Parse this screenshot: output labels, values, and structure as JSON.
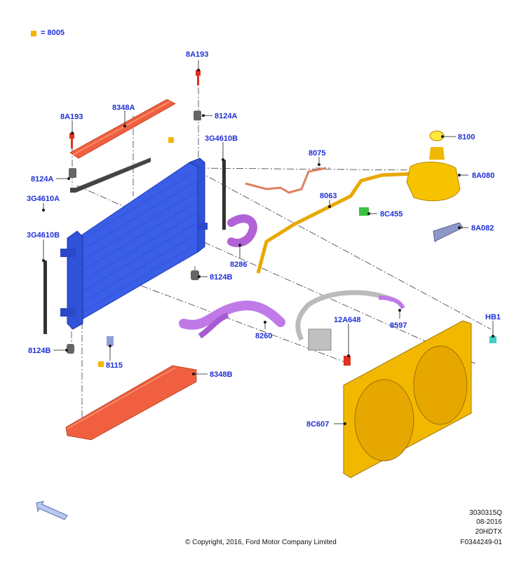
{
  "legend": {
    "text": "= 8005",
    "swatch_color": "#f7b400"
  },
  "labels": {
    "p8A193_top": "8A193",
    "p8348A": "8348A",
    "p8A193_left": "8A193",
    "p8124A_right": "8124A",
    "p3G4610B_right": "3G4610B",
    "p8124A_left": "8124A",
    "p3G4610A": "3G4610A",
    "p3G4610B_left": "3G4610B",
    "p8100": "8100",
    "p8075": "8075",
    "p8A080": "8A080",
    "p8063": "8063",
    "p8C455": "8C455",
    "p8A082": "8A082",
    "p8286": "8286",
    "p8124B_right": "8124B",
    "p8597": "8597",
    "p12A648": "12A648",
    "pHB1": "HB1",
    "p8260": "8260",
    "p8124B_left": "8124B",
    "p8115": "8115",
    "p8348B": "8348B",
    "p8C607": "8C607"
  },
  "footer": {
    "code1": "3030315Q",
    "code2": "08-2016",
    "code3": "20HDTX",
    "code4": "F0344249-01",
    "copyright": "© Copyright, 2016, Ford Motor Company Limited"
  },
  "colors": {
    "radiator": "#3a5ee8",
    "radiator_dark": "#2440b8",
    "baffle": "#f06040",
    "hose": "#c07ae8",
    "fan": "#f2b800",
    "tank": "#f7c200",
    "bracket_grey": "#8e98c8",
    "clip_green": "#3cc040",
    "clip_cyan": "#40d0c0",
    "bolt_red": "#e03020"
  },
  "icons": {
    "orientation_arrow": "arrow-icon"
  }
}
